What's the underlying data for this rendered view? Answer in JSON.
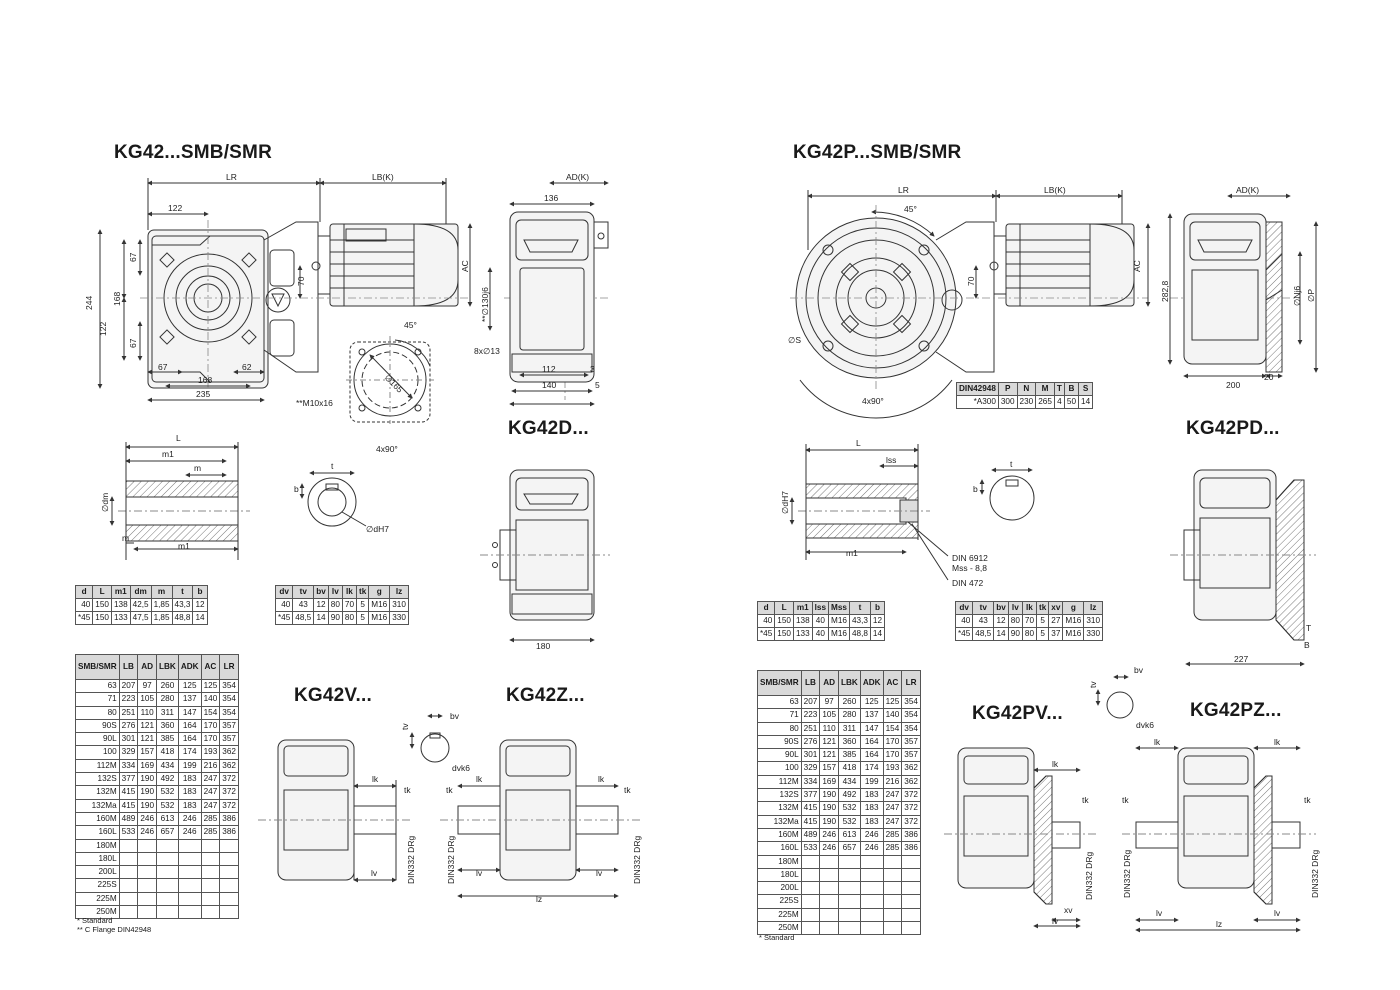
{
  "left": {
    "main_title": "KG42...SMB/SMR",
    "variant_d": "KG42D...",
    "variant_v": "KG42V...",
    "variant_z": "KG42Z...",
    "shaft_table": {
      "headers": [
        "d",
        "L",
        "m1",
        "dm",
        "m",
        "t",
        "b"
      ],
      "rows": [
        [
          "40",
          "150",
          "138",
          "42,5",
          "1,85",
          "43,3",
          "12"
        ],
        [
          "*45",
          "150",
          "133",
          "47,5",
          "1,85",
          "48,8",
          "14"
        ]
      ]
    },
    "output_table": {
      "headers": [
        "dv",
        "tv",
        "bv",
        "lv",
        "lk",
        "tk",
        "g",
        "lz"
      ],
      "rows": [
        [
          "40",
          "43",
          "12",
          "80",
          "70",
          "5",
          "M16",
          "310"
        ],
        [
          "*45",
          "48,5",
          "14",
          "90",
          "80",
          "5",
          "M16",
          "330"
        ]
      ]
    },
    "motor_table": {
      "headers": [
        "SMB/SMR",
        "LB",
        "AD",
        "LBK",
        "ADK",
        "AC",
        "LR"
      ],
      "rows": [
        [
          "63",
          "207",
          "97",
          "260",
          "125",
          "125",
          "354"
        ],
        [
          "71",
          "223",
          "105",
          "280",
          "137",
          "140",
          "354"
        ],
        [
          "80",
          "251",
          "110",
          "311",
          "147",
          "154",
          "354"
        ],
        [
          "90S",
          "276",
          "121",
          "360",
          "164",
          "170",
          "357"
        ],
        [
          "90L",
          "301",
          "121",
          "385",
          "164",
          "170",
          "357"
        ],
        [
          "100",
          "329",
          "157",
          "418",
          "174",
          "193",
          "362"
        ],
        [
          "112M",
          "334",
          "169",
          "434",
          "199",
          "216",
          "362"
        ],
        [
          "132S",
          "377",
          "190",
          "492",
          "183",
          "247",
          "372"
        ],
        [
          "132M",
          "415",
          "190",
          "532",
          "183",
          "247",
          "372"
        ],
        [
          "132Ma",
          "415",
          "190",
          "532",
          "183",
          "247",
          "372"
        ],
        [
          "160M",
          "489",
          "246",
          "613",
          "246",
          "285",
          "386"
        ],
        [
          "160L",
          "533",
          "246",
          "657",
          "246",
          "285",
          "386"
        ],
        [
          "180M",
          "",
          "",
          "",
          "",
          "",
          ""
        ],
        [
          "180L",
          "",
          "",
          "",
          "",
          "",
          ""
        ],
        [
          "200L",
          "",
          "",
          "",
          "",
          "",
          ""
        ],
        [
          "225S",
          "",
          "",
          "",
          "",
          "",
          ""
        ],
        [
          "225M",
          "",
          "",
          "",
          "",
          "",
          ""
        ],
        [
          "250M",
          "",
          "",
          "",
          "",
          "",
          ""
        ]
      ]
    },
    "note_standard": "* Standard",
    "note_flange": "** C Flange DIN42948",
    "dims": {
      "lr": "LR",
      "lbk": "LB(K)",
      "adk": "AD(K)",
      "d122_top": "122",
      "d136": "136",
      "d244": "244",
      "d168_v": "168",
      "d122_v": "122",
      "d67_a": "67",
      "d67_b": "67",
      "d70": "70",
      "ac": "AC",
      "d130": "**∅130j6",
      "d8x13": "8x∅13",
      "d67_c": "67",
      "d62": "62",
      "d168_h": "168",
      "d235": "235",
      "d112": "112",
      "d3": "3",
      "d140": "140",
      "d5": "5",
      "d45": "45°",
      "d165": "∅165",
      "m10": "**M10x16",
      "d4x90": "4x90°",
      "L": "L",
      "m1_top": "m1",
      "m_top": "m",
      "dm": "∅dm",
      "m_bot": "m",
      "m1_bot": "m1",
      "t": "t",
      "b": "b",
      "dh7": "∅dH7",
      "d180": "180",
      "tv": "tv",
      "bv": "bv",
      "dvk6": "dvk6",
      "lk_v": "lk",
      "tk_v": "tk",
      "din_v": "DIN332 DRg",
      "lv_v": "lv",
      "lk_z1": "lk",
      "tk_z1": "tk",
      "lk_z2": "lk",
      "tk_z2": "tk",
      "din_z1": "DIN332 DRg",
      "din_z2": "DIN332 DRg",
      "lv_z1": "lv",
      "lv_z2": "lv",
      "lz": "lz"
    }
  },
  "right": {
    "main_title": "KG42P...SMB/SMR",
    "variant_pd": "KG42PD...",
    "variant_pv": "KG42PV...",
    "variant_pz": "KG42PZ...",
    "flange_table": {
      "headers": [
        "DIN42948",
        "P",
        "N",
        "M",
        "T",
        "B",
        "S"
      ],
      "rows": [
        [
          "*A300",
          "300",
          "230",
          "265",
          "4",
          "50",
          "14"
        ]
      ]
    },
    "shaft_table": {
      "headers": [
        "d",
        "L",
        "m1",
        "lss",
        "Mss",
        "t",
        "b"
      ],
      "rows": [
        [
          "40",
          "150",
          "138",
          "40",
          "M16",
          "43,3",
          "12"
        ],
        [
          "*45",
          "150",
          "133",
          "40",
          "M16",
          "48,8",
          "14"
        ]
      ]
    },
    "output_table": {
      "headers": [
        "dv",
        "tv",
        "bv",
        "lv",
        "lk",
        "tk",
        "xv",
        "g",
        "lz"
      ],
      "rows": [
        [
          "40",
          "43",
          "12",
          "80",
          "70",
          "5",
          "27",
          "M16",
          "310"
        ],
        [
          "*45",
          "48,5",
          "14",
          "90",
          "80",
          "5",
          "37",
          "M16",
          "330"
        ]
      ]
    },
    "motor_table": {
      "headers": [
        "SMB/SMR",
        "LB",
        "AD",
        "LBK",
        "ADK",
        "AC",
        "LR"
      ],
      "rows": [
        [
          "63",
          "207",
          "97",
          "260",
          "125",
          "125",
          "354"
        ],
        [
          "71",
          "223",
          "105",
          "280",
          "137",
          "140",
          "354"
        ],
        [
          "80",
          "251",
          "110",
          "311",
          "147",
          "154",
          "354"
        ],
        [
          "90S",
          "276",
          "121",
          "360",
          "164",
          "170",
          "357"
        ],
        [
          "90L",
          "301",
          "121",
          "385",
          "164",
          "170",
          "357"
        ],
        [
          "100",
          "329",
          "157",
          "418",
          "174",
          "193",
          "362"
        ],
        [
          "112M",
          "334",
          "169",
          "434",
          "199",
          "216",
          "362"
        ],
        [
          "132S",
          "377",
          "190",
          "492",
          "183",
          "247",
          "372"
        ],
        [
          "132M",
          "415",
          "190",
          "532",
          "183",
          "247",
          "372"
        ],
        [
          "132Ma",
          "415",
          "190",
          "532",
          "183",
          "247",
          "372"
        ],
        [
          "160M",
          "489",
          "246",
          "613",
          "246",
          "285",
          "386"
        ],
        [
          "160L",
          "533",
          "246",
          "657",
          "246",
          "285",
          "386"
        ],
        [
          "180M",
          "",
          "",
          "",
          "",
          "",
          ""
        ],
        [
          "180L",
          "",
          "",
          "",
          "",
          "",
          ""
        ],
        [
          "200L",
          "",
          "",
          "",
          "",
          "",
          ""
        ],
        [
          "225S",
          "",
          "",
          "",
          "",
          "",
          ""
        ],
        [
          "225M",
          "",
          "",
          "",
          "",
          "",
          ""
        ],
        [
          "250M",
          "",
          "",
          "",
          "",
          "",
          ""
        ]
      ]
    },
    "note_standard": "* Standard",
    "dims": {
      "lr": "LR",
      "lbk": "LB(K)",
      "adk": "AD(K)",
      "d45": "45°",
      "d70": "70",
      "ac": "AC",
      "d282": "282,8",
      "nj6": "∅Nj6",
      "p": "∅P",
      "s": "∅S",
      "d4x90": "4x90°",
      "d200": "200",
      "d20": "20",
      "L": "L",
      "lss": "lss",
      "dh7": "∅dH7",
      "m1": "m1",
      "din6912": "DIN 6912",
      "mss": "Mss - 8,8",
      "din472": "DIN 472",
      "t": "t",
      "b": "b",
      "T": "T",
      "B": "B",
      "d227": "227",
      "tv": "tv",
      "bv": "bv",
      "dvk6": "dvk6",
      "lk_pv": "lk",
      "tk_pv": "tk",
      "din_pv": "DIN332 DRg",
      "xv": "xv",
      "lv_pv": "lv",
      "lk_pz1": "lk",
      "lk_pz2": "lk",
      "tk_pz1": "tk",
      "tk_pz2": "tk",
      "din_pz1": "DIN332 DRg",
      "din_pz2": "DIN332 DRg",
      "lv_pz1": "lv",
      "lv_pz2": "lv",
      "lz": "lz"
    }
  }
}
